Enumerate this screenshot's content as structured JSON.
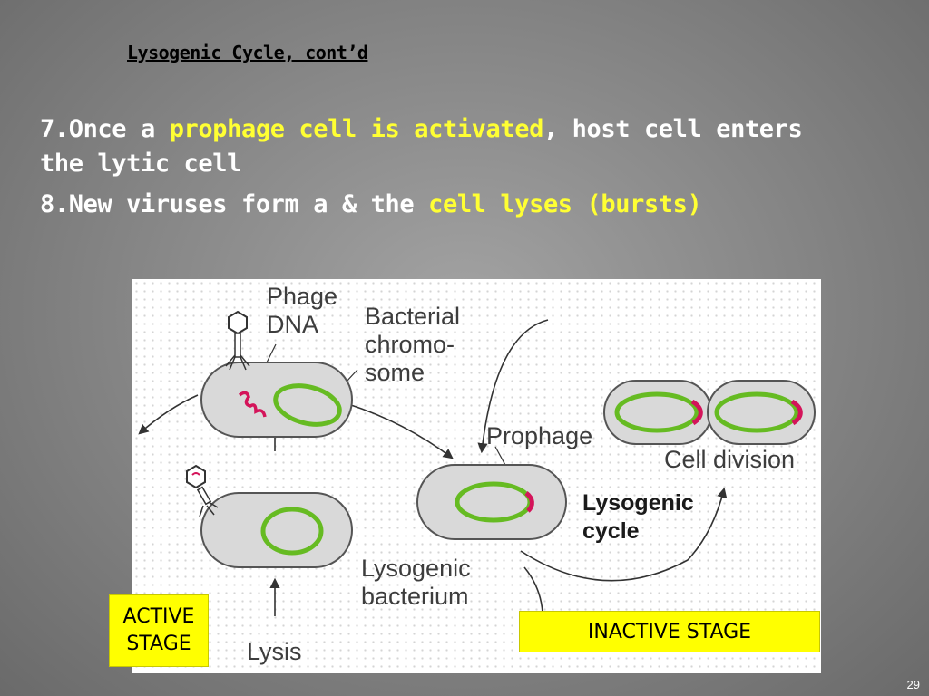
{
  "slide": {
    "title": "Lysogenic Cycle, cont’d",
    "bullet7": {
      "prefix": "7.Once a ",
      "highlight": "prophage cell is activated",
      "suffix_line1": ", host cell enters",
      "line2": "the lytic cell"
    },
    "bullet8": {
      "prefix": "8.New viruses form a & the ",
      "highlight": "cell lyses (bursts)"
    },
    "page_number": "29"
  },
  "diagram": {
    "labels": {
      "phage_dna": [
        "Phage",
        "DNA"
      ],
      "bacterial_chromosome": [
        "Bacterial",
        "chromo-",
        "some"
      ],
      "prophage": "Prophage",
      "cell_division": "Cell division",
      "lysogenic_cycle": [
        "Lysogenic",
        "cycle"
      ],
      "lysogenic_bacterium": [
        "Lysogenic",
        "bacterium"
      ],
      "lysis": "Lysis"
    },
    "stage_boxes": {
      "active": [
        "ACTIVE",
        "STAGE"
      ],
      "inactive": "INACTIVE STAGE"
    },
    "colors": {
      "highlight_text": "#ffff33",
      "stage_box": "#ffff00",
      "chromosome": "#66bb22",
      "prophage": "#d4145a",
      "cell_fill": "#d9d9d9"
    }
  }
}
